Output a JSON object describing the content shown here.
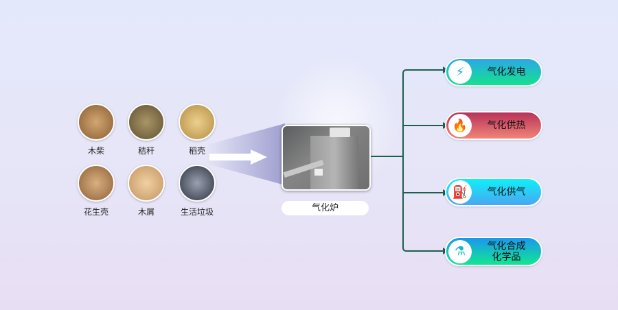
{
  "materials": [
    {
      "label": "木柴",
      "color": "#b98a55"
    },
    {
      "label": "秸秆",
      "color": "#8d7a50"
    },
    {
      "label": "稻壳",
      "color": "#d7b46a"
    },
    {
      "label": "花生壳",
      "color": "#b98c5e"
    },
    {
      "label": "木屑",
      "color": "#d9b483"
    },
    {
      "label": "生活垃圾",
      "color": "#5e6270"
    }
  ],
  "gasifier": {
    "label": "气化炉"
  },
  "outputs": [
    {
      "label": "气化发电",
      "icon": "lightning-icon",
      "glyph": "⚡"
    },
    {
      "label": "气化供热",
      "icon": "flame-icon",
      "glyph": "🔥"
    },
    {
      "label": "气化供气",
      "icon": "gas-lamp-icon",
      "glyph": "⛽"
    },
    {
      "label": "气化合成化学品",
      "line1": "气化合成",
      "line2": "化学品",
      "icon": "beaker-icon",
      "glyph": "⚗"
    }
  ],
  "colors": {
    "line": "#1d5e4e"
  }
}
